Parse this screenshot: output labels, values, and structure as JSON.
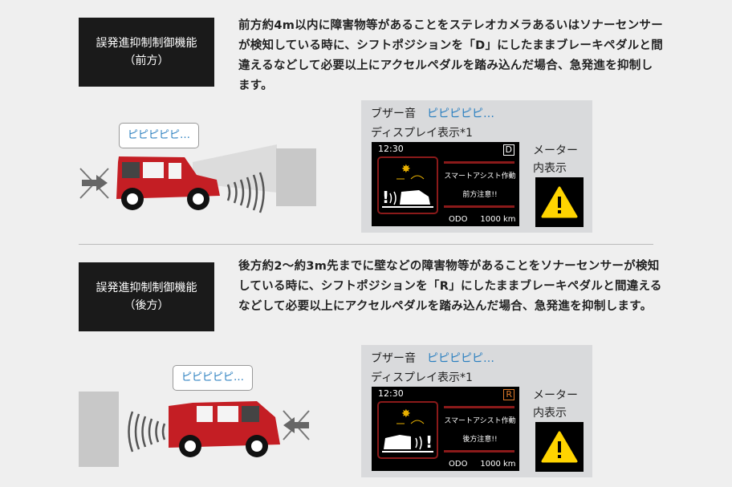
{
  "sections": [
    {
      "label_line1": "誤発進抑制制御機能",
      "label_line2": "（前方）",
      "description": "前方約4m以内に障害物等があることをステレオカメラあるいはソナーセンサーが検知している時に、シフトポジションを「D」にしたままブレーキペダルと間違えるなどして必要以上にアクセルペダルを踏み込んだ場合、急発進を抑制します。",
      "bubble": "ピピピピピ…",
      "panel": {
        "buzzer_label": "ブザー音",
        "buzzer_sound": "ピピピピピ…",
        "display_label": "ディスプレイ表示*1",
        "time": "12:30",
        "gear": "D",
        "message1": "スマートアシスト作動",
        "message2": "前方注意!!",
        "odo_label": "ODO",
        "odo_value": "1000",
        "odo_unit": "km",
        "meter_label_1": "メーター",
        "meter_label_2": "内表示"
      }
    },
    {
      "label_line1": "誤発進抑制制御機能",
      "label_line2": "（後方）",
      "description": "後方約2〜約3m先までに壁などの障害物等があることをソナーセンサーが検知している時に、シフトポジションを「R」にしたままブレーキペダルと間違えるなどして必要以上にアクセルペダルを踏み込んだ場合、急発進を抑制します。",
      "bubble": "ピピピピピ…",
      "panel": {
        "buzzer_label": "ブザー音",
        "buzzer_sound": "ピピピピピ…",
        "display_label": "ディスプレイ表示*1",
        "time": "12:30",
        "gear": "R",
        "message1": "スマートアシスト作動",
        "message2": "後方注意!!",
        "odo_label": "ODO",
        "odo_value": "1000",
        "odo_unit": "km",
        "meter_label_1": "メーター",
        "meter_label_2": "内表示"
      }
    }
  ],
  "colors": {
    "accent": "#2a7fc0",
    "car": "#c41e24",
    "warning": "#ffd400"
  }
}
